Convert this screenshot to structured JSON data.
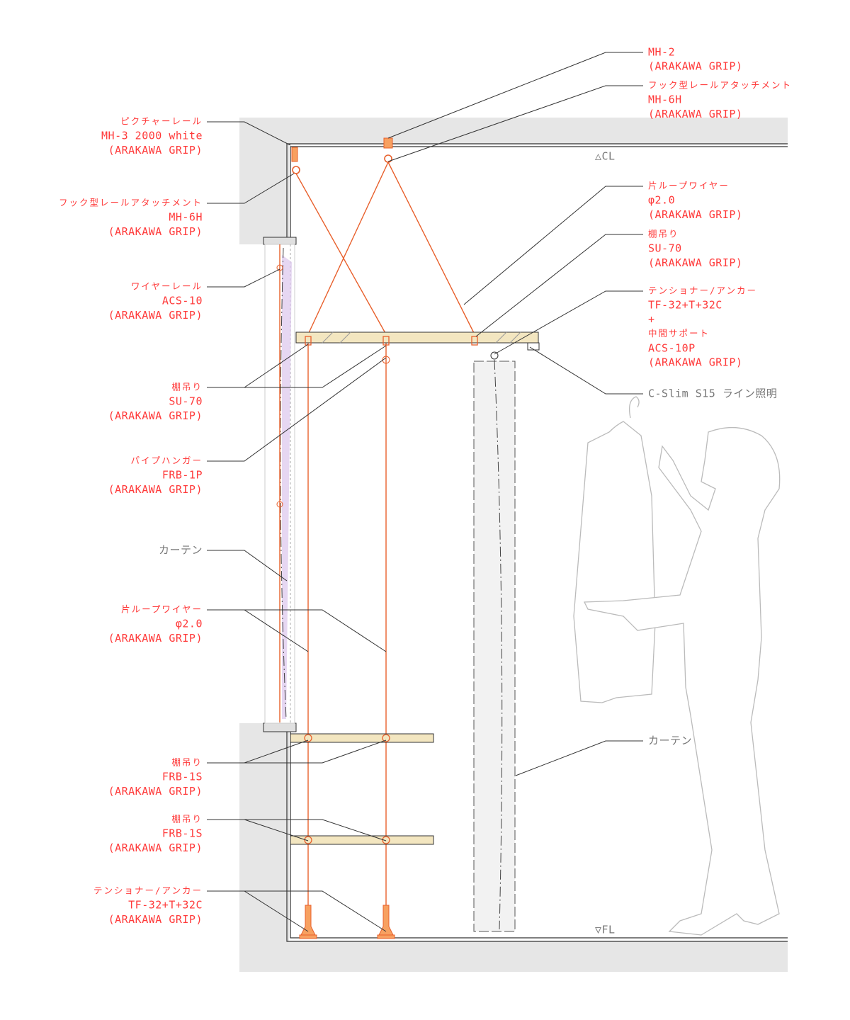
{
  "levels": {
    "ceiling": "△CL",
    "floor": "▽FL"
  },
  "left_labels": [
    {
      "lines": [
        "ピクチャーレール",
        "MH-3  2000 white",
        "(ARAKAWA GRIP)"
      ]
    },
    {
      "lines": [
        "フック型レールアタッチメント",
        "MH-6H",
        "(ARAKAWA GRIP)"
      ]
    },
    {
      "lines": [
        "ワイヤーレール",
        "ACS-10",
        "(ARAKAWA GRIP)"
      ]
    },
    {
      "lines": [
        "棚吊り",
        "SU-70",
        "(ARAKAWA GRIP)"
      ]
    },
    {
      "lines": [
        "パイプハンガー",
        "FRB-1P",
        "(ARAKAWA GRIP)"
      ]
    },
    {
      "lines": [
        "カーテン"
      ]
    },
    {
      "lines": [
        "片ループワイヤー",
        "φ2.0",
        "(ARAKAWA GRIP)"
      ]
    },
    {
      "lines": [
        "棚吊り",
        "FRB-1S",
        "(ARAKAWA GRIP)"
      ]
    },
    {
      "lines": [
        "棚吊り",
        "FRB-1S",
        "(ARAKAWA GRIP)"
      ]
    },
    {
      "lines": [
        "テンショナー/アンカー",
        "TF-32+T+32C",
        "(ARAKAWA GRIP)"
      ]
    }
  ],
  "right_labels": [
    {
      "lines": [
        "MH-2",
        "(ARAKAWA GRIP)"
      ]
    },
    {
      "lines": [
        "フック型レールアタッチメント",
        "MH-6H",
        "(ARAKAWA GRIP)"
      ]
    },
    {
      "lines": [
        "片ループワイヤー",
        "φ2.0",
        "(ARAKAWA GRIP)"
      ]
    },
    {
      "lines": [
        "棚吊り",
        "SU-70",
        "(ARAKAWA GRIP)"
      ]
    },
    {
      "lines": [
        "テンショナー/アンカー",
        "TF-32+T+32C",
        "+",
        "中間サポート",
        "ACS-10P",
        "(ARAKAWA GRIP)"
      ]
    },
    {
      "lines": [
        "C-Slim S15 ライン照明"
      ]
    },
    {
      "lines": [
        "カーテン"
      ]
    }
  ],
  "colors": {
    "label": "#ff3a3a",
    "wire": "#e8602c",
    "wall": "#e6e6e6",
    "shelf": "#f3e6c0"
  }
}
